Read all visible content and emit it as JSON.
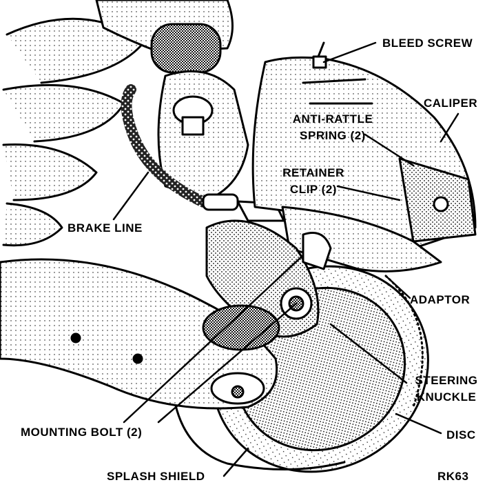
{
  "labels": {
    "bleed_screw": "BLEED SCREW",
    "caliper": "CALIPER",
    "anti_rattle_1": "ANTI-RATTLE",
    "anti_rattle_2": "SPRING (2)",
    "retainer_1": "RETAINER",
    "retainer_2": "CLIP (2)",
    "brake_line": "BRAKE LINE",
    "adaptor": "ADAPTOR",
    "steering_1": "STEERING",
    "steering_2": "KNUCKLE",
    "mounting_bolt": "MOUNTING BOLT (2)",
    "disc": "DISC",
    "splash_shield": "SPLASH SHIELD",
    "figure_code": "RK63"
  }
}
